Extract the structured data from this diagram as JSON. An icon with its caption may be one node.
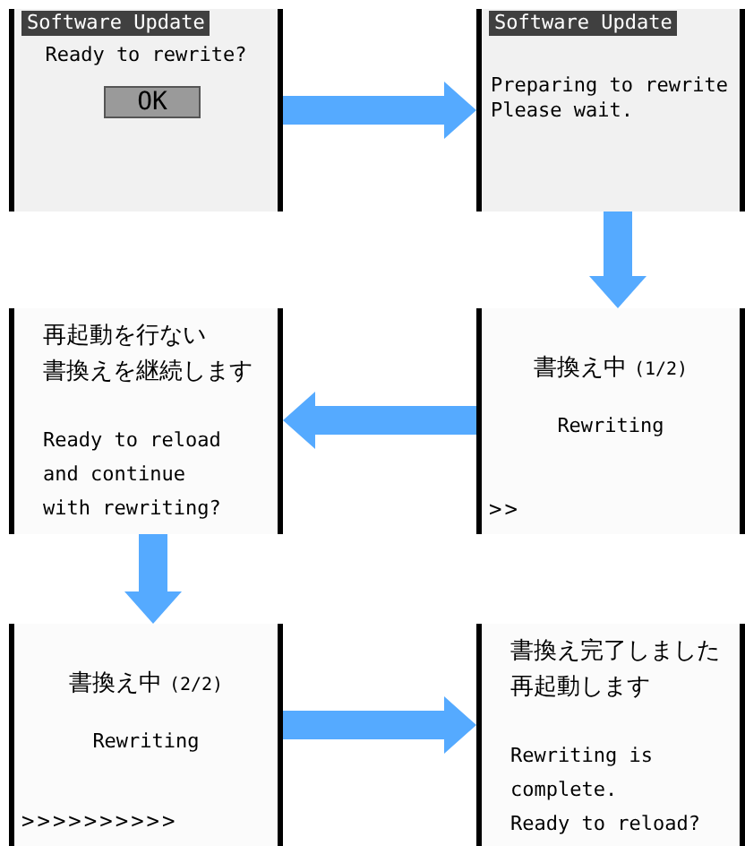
{
  "diagram": {
    "nodes": [
      {
        "text": [
          "Software Update",
          "Ready to rewrite?"
        ]
      },
      {
        "text": [
          "OK"
        ],
        "in": 0
      },
      {
        "text": [
          "Software Update",
          "Preparing to rewrite",
          "Please wait."
        ]
      },
      {
        "text": [
          "書換え中",
          "(1/2)",
          "Rewriting",
          ">>"
        ]
      },
      {
        "text": [
          "再起動を行ない",
          "書換えを継続します",
          "Ready to reload and continue with rewriting?"
        ]
      },
      {
        "text": [
          "書換え中",
          "(2/2)",
          "Rewriting",
          ">>>>>>>>>>"
        ]
      },
      {
        "text": [
          "書換え完了しました",
          "再起動します",
          "Rewriting is complete.",
          "Ready to reload?"
        ]
      }
    ],
    "edges": [
      {
        "from": 0,
        "to": 2,
        "arrow": "to"
      },
      {
        "from": 2,
        "to": 3,
        "arrow": "to"
      },
      {
        "from": 3,
        "to": 4,
        "arrow": "to"
      },
      {
        "from": 4,
        "to": 5,
        "arrow": "to"
      },
      {
        "from": 5,
        "to": 6,
        "arrow": "to"
      }
    ]
  }
}
